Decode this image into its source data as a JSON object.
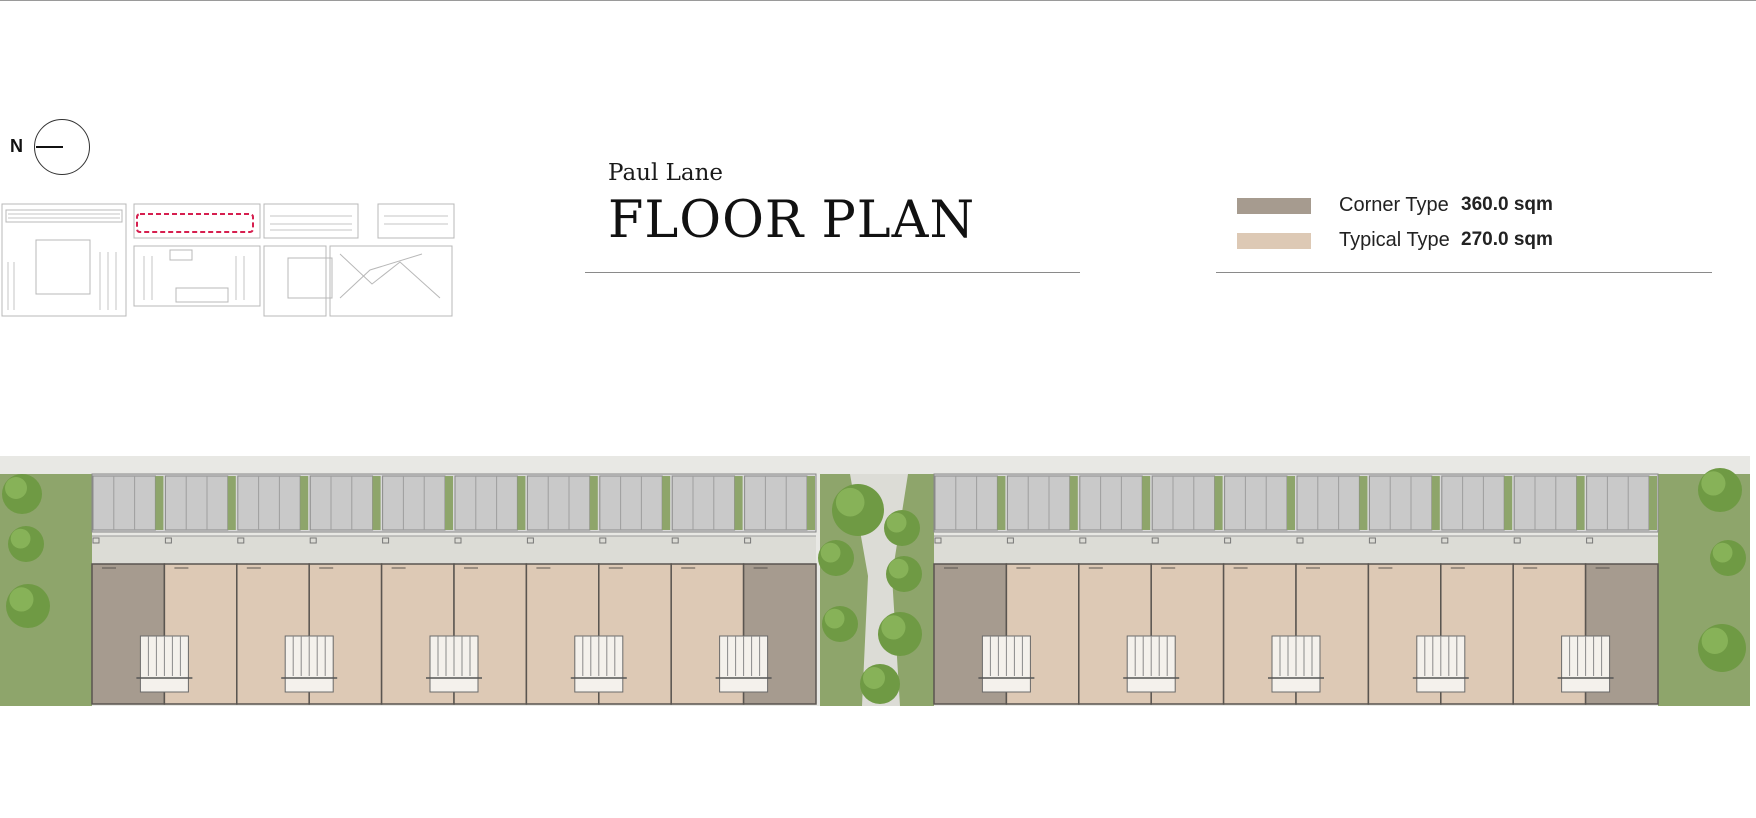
{
  "compass": {
    "label": "N",
    "icon": "north-arrow-icon"
  },
  "title_block": {
    "subtitle": "Paul Lane",
    "title": "FLOOR PLAN"
  },
  "legend": [
    {
      "name": "Corner Type",
      "area": "360.0 sqm",
      "color": "#a69b8f"
    },
    {
      "name": "Typical Type",
      "area": "270.0 sqm",
      "color": "#ddc9b5"
    }
  ],
  "colors": {
    "corner_unit": "#a69b8f",
    "typical_unit": "#ddc9b5",
    "rear_roof": "#c9c9c9",
    "landscape": "#8ea56b",
    "pavement": "#dcdcd6",
    "tree": "#6f9a44",
    "keymap_highlight": "#d61f4f"
  },
  "floor_plan": {
    "blocks": [
      {
        "units": [
          "corner",
          "typical",
          "typical",
          "typical",
          "typical",
          "typical",
          "typical",
          "typical",
          "typical",
          "corner"
        ]
      },
      {
        "units": [
          "corner",
          "typical",
          "typical",
          "typical",
          "typical",
          "typical",
          "typical",
          "typical",
          "typical",
          "corner"
        ]
      }
    ]
  }
}
